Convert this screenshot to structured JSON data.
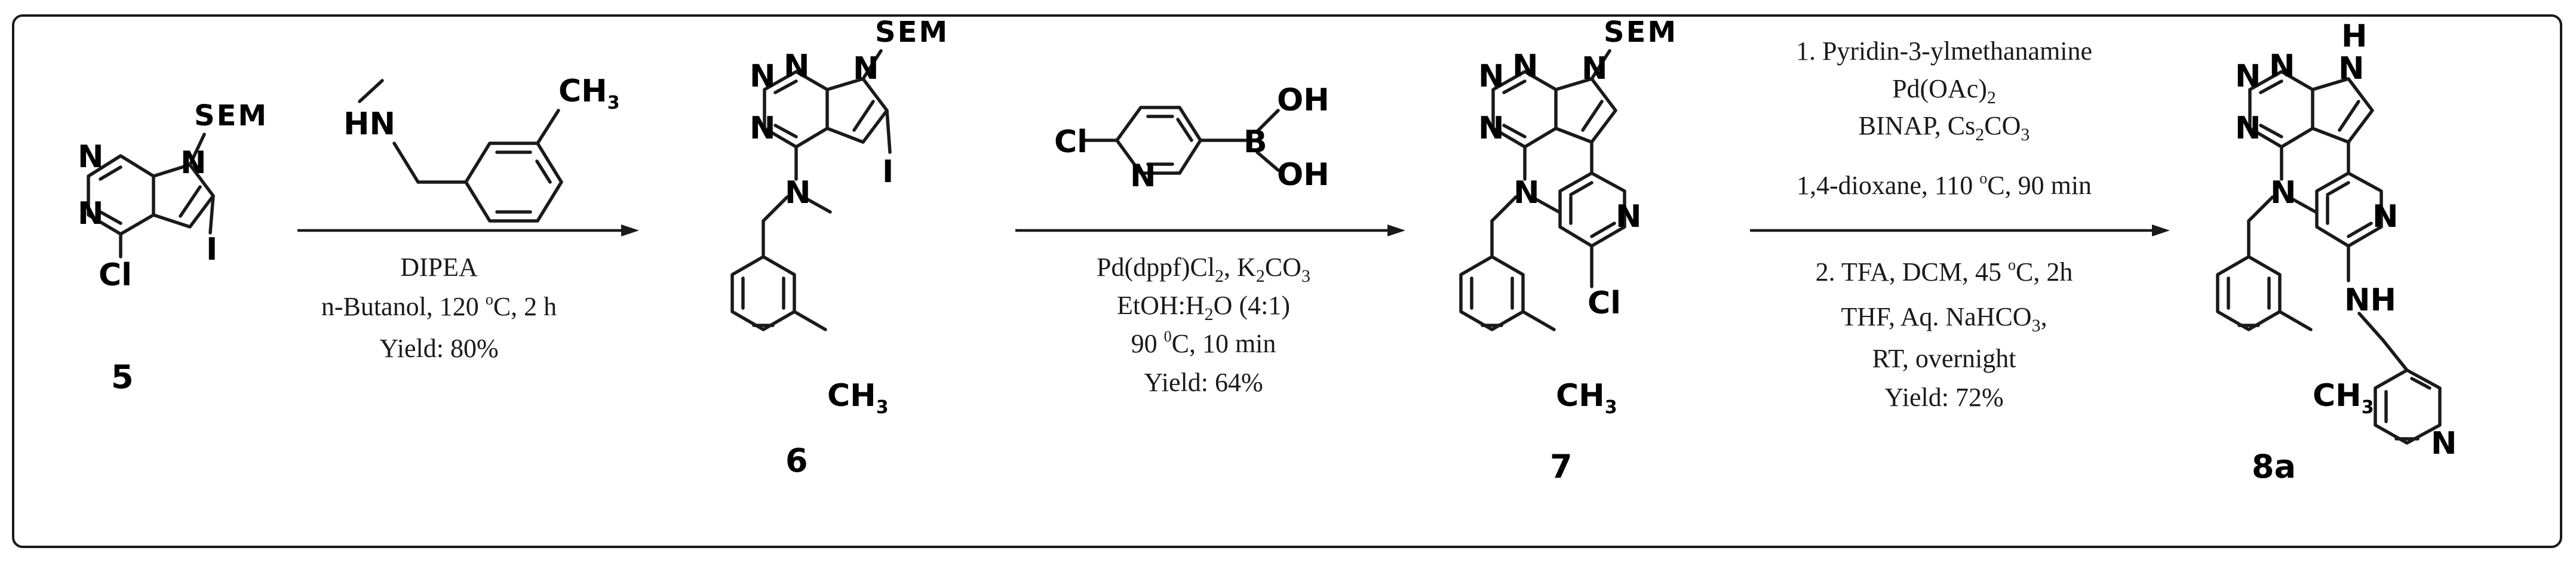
{
  "atoms": {
    "N": "N",
    "Cl": "Cl",
    "I": "I",
    "SEM": "SEM",
    "HN": "HN",
    "NH": "NH",
    "H": "H",
    "OH": "OH",
    "B": "B",
    "CH": "CH",
    "three": "3"
  },
  "compounds": {
    "c5": "5",
    "c6": "6",
    "c7": "7",
    "c8a": "8a"
  },
  "step1": {
    "base": "DIPEA",
    "solvent_prefix": "n-Butanol, 120 ",
    "deg": "o",
    "solvent_suffix": "C, 2 h",
    "yield": "Yield: 80%"
  },
  "step2": {
    "cat_a": "Pd(dppf)Cl",
    "cat_sub": "2",
    "cat_b": ", K",
    "cat_sub2": "2",
    "cat_c": "CO",
    "cat_sub3": "3",
    "solv_a": "EtOH:H",
    "solv_sub": "2",
    "solv_b": "O (4:1)",
    "temp_a": "90 ",
    "temp_sup": "0",
    "temp_b": "C, 10 min",
    "yield": "Yield: 64%"
  },
  "step3": {
    "l1": "1. Pyridin-3-ylmethanamine",
    "l2a": "Pd(OAc)",
    "l2sub": "2",
    "l3a": "BINAP, Cs",
    "l3sub": "2",
    "l3b": "CO",
    "l3sub2": "3",
    "l4a": "1,4-dioxane, 110 ",
    "l4sup": "o",
    "l4b": "C, 90 min",
    "l5a": "2. TFA, DCM, 45 ",
    "l5sup": "o",
    "l5b": "C, 2h",
    "l6": "THF, Aq. NaHCO",
    "l6sub": "3",
    "l6c": ",",
    "l7": "RT, overnight",
    "yield": "Yield: 72%"
  }
}
